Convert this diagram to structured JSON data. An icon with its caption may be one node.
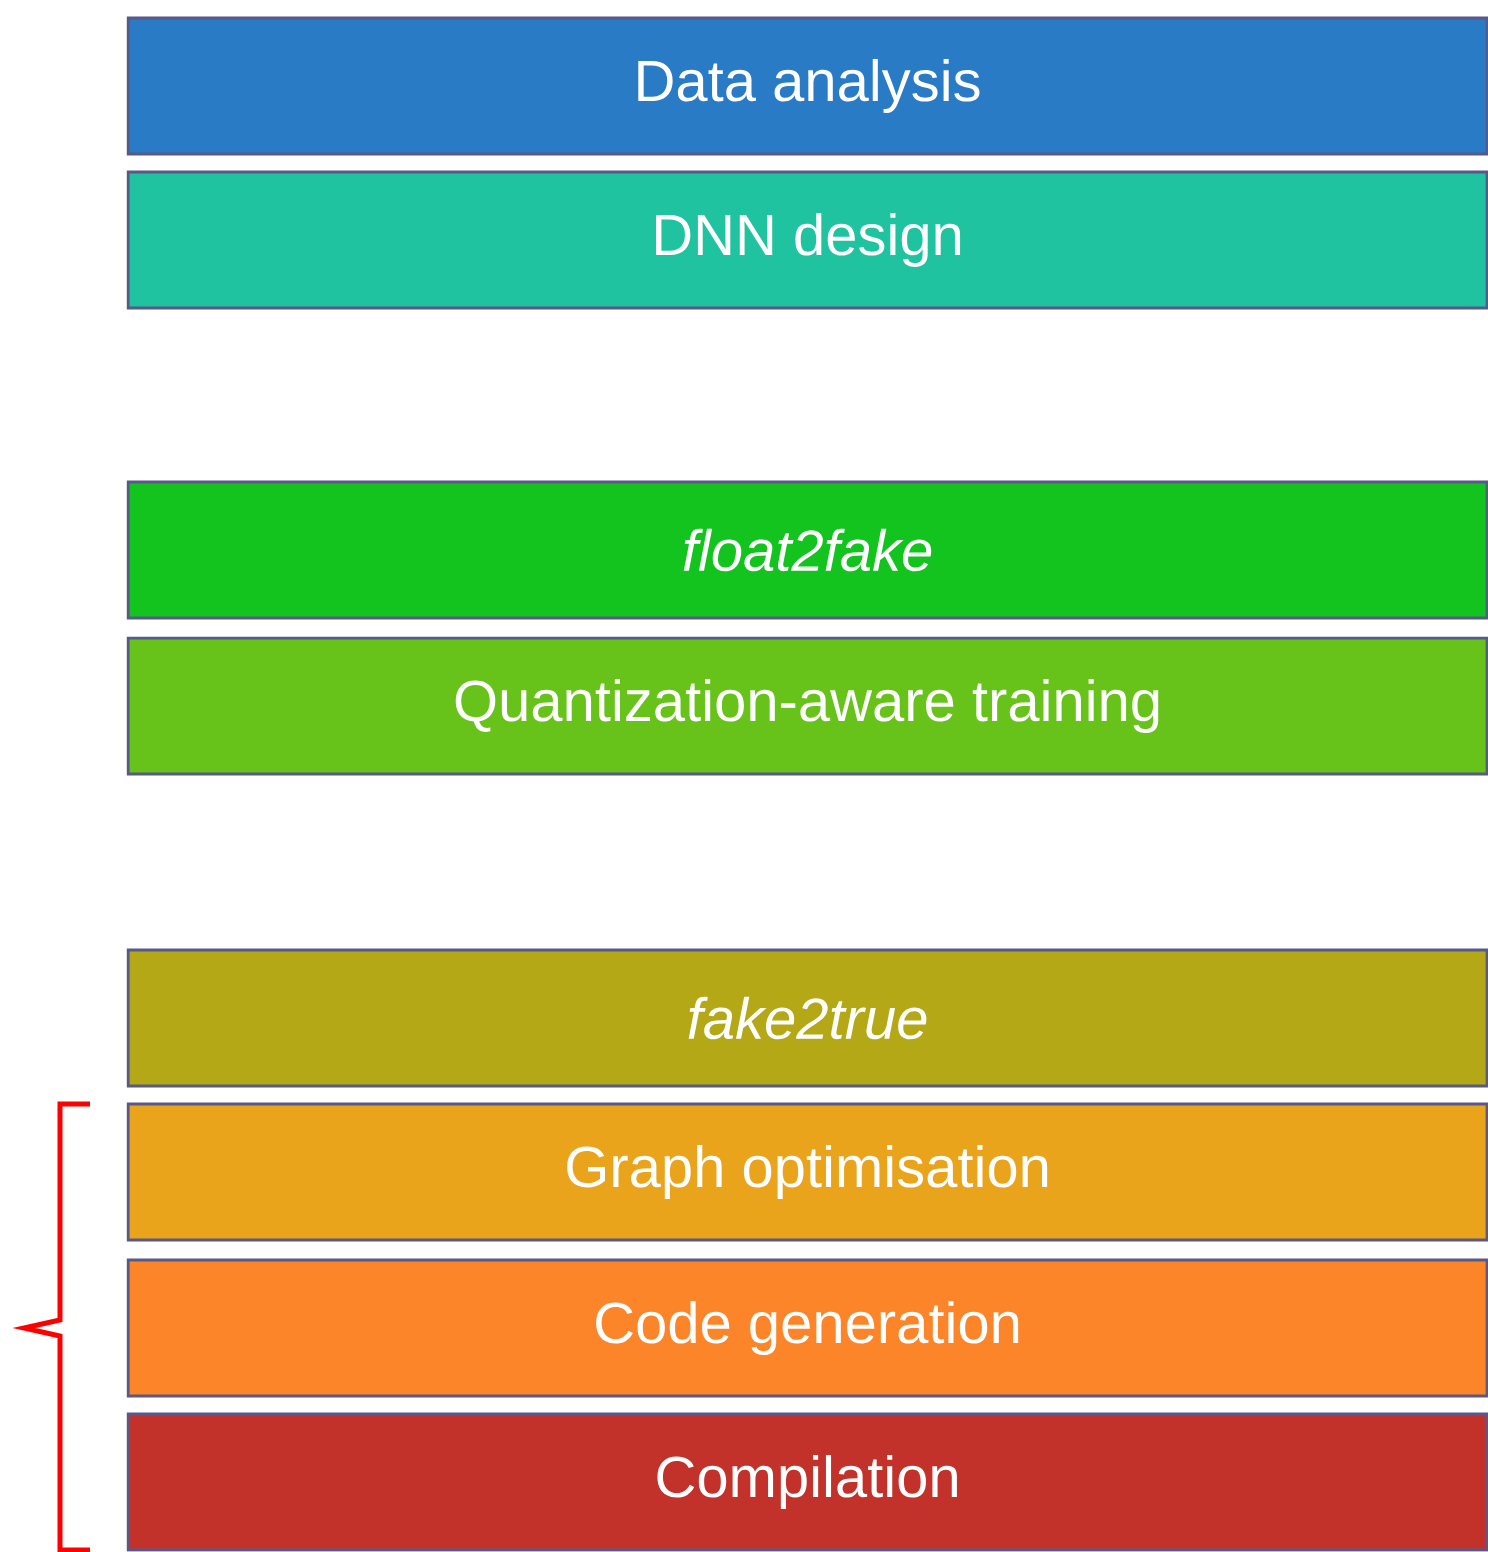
{
  "diagram": {
    "nodes": [
      {
        "text": [
          "Data analysis"
        ]
      },
      {
        "text": [
          "DNN design"
        ]
      },
      {
        "text": [
          "float2fake"
        ]
      },
      {
        "text": [
          "Quantization-aware training"
        ]
      },
      {
        "text": [
          "fake2true"
        ]
      },
      {
        "text": [
          "Graph optimisation"
        ]
      },
      {
        "text": [
          "Code generation"
        ]
      },
      {
        "text": [
          "Compilation"
        ]
      }
    ]
  }
}
